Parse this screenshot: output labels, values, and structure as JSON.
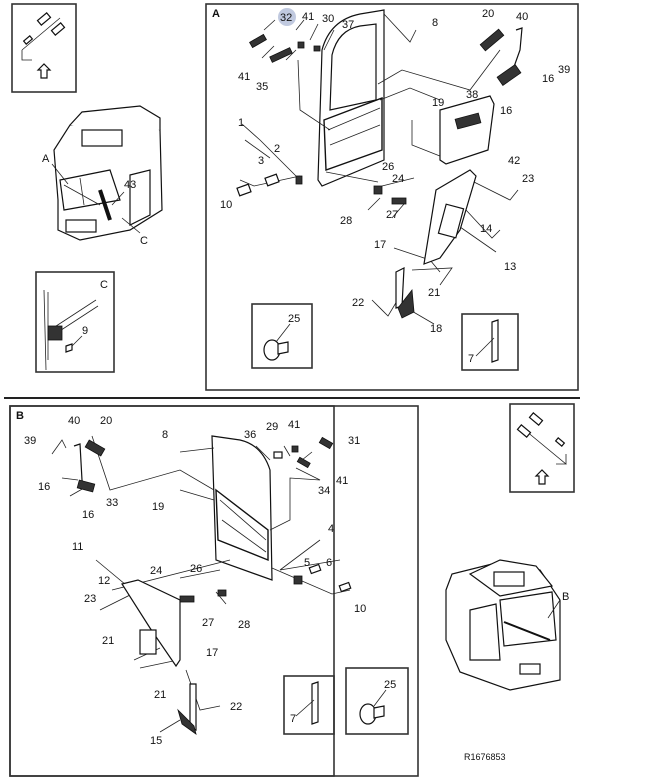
{
  "diagram": {
    "title": "Cab door exploded parts diagram",
    "reference_code": "R1676853",
    "highlighted_callout": "32",
    "views": {
      "A": {
        "label": "A",
        "callouts": [
          "32",
          "41",
          "30",
          "37",
          "8",
          "20",
          "40",
          "39",
          "16",
          "41",
          "35",
          "38",
          "16",
          "19",
          "42",
          "1",
          "2",
          "3",
          "26",
          "24",
          "23",
          "10",
          "28",
          "27",
          "14",
          "13",
          "17",
          "21",
          "22",
          "18",
          "25",
          "7"
        ]
      },
      "B": {
        "label": "B",
        "callouts": [
          "40",
          "20",
          "39",
          "8",
          "36",
          "29",
          "41",
          "31",
          "16",
          "33",
          "16",
          "19",
          "34",
          "41",
          "4",
          "5",
          "6",
          "11",
          "12",
          "24",
          "26",
          "23",
          "27",
          "28",
          "10",
          "21",
          "17",
          "21",
          "22",
          "15",
          "7",
          "25"
        ]
      },
      "C": {
        "label": "C",
        "callouts": [
          "9"
        ]
      }
    },
    "overview_top": {
      "labels": [
        "A",
        "43",
        "C"
      ]
    },
    "overview_bottom": {
      "labels": [
        "B"
      ]
    }
  }
}
